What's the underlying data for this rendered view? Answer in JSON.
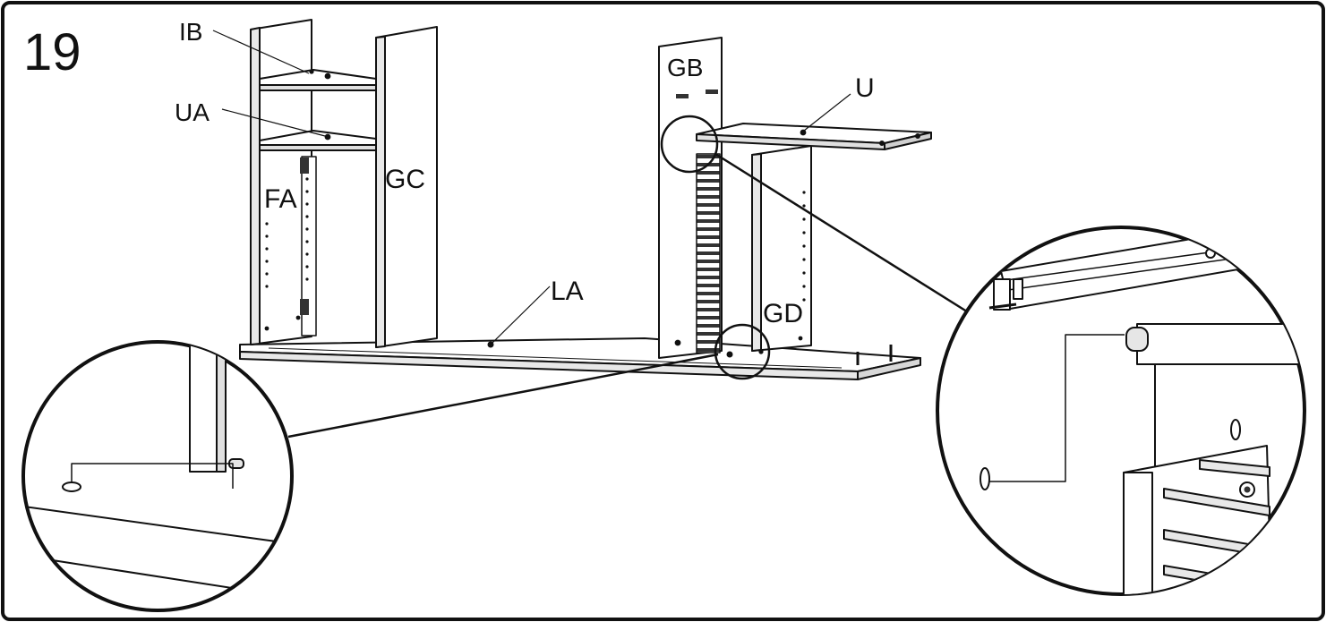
{
  "step": "19",
  "parts": {
    "ib": "IB",
    "ua": "UA",
    "fa": "FA",
    "gc": "GC",
    "gb": "GB",
    "u": "U",
    "la": "LA",
    "gd": "GD"
  },
  "colors": {
    "ink": "#111111",
    "panel": "#ffffff",
    "shade": "#e8e8e8",
    "dark": "#555555"
  }
}
